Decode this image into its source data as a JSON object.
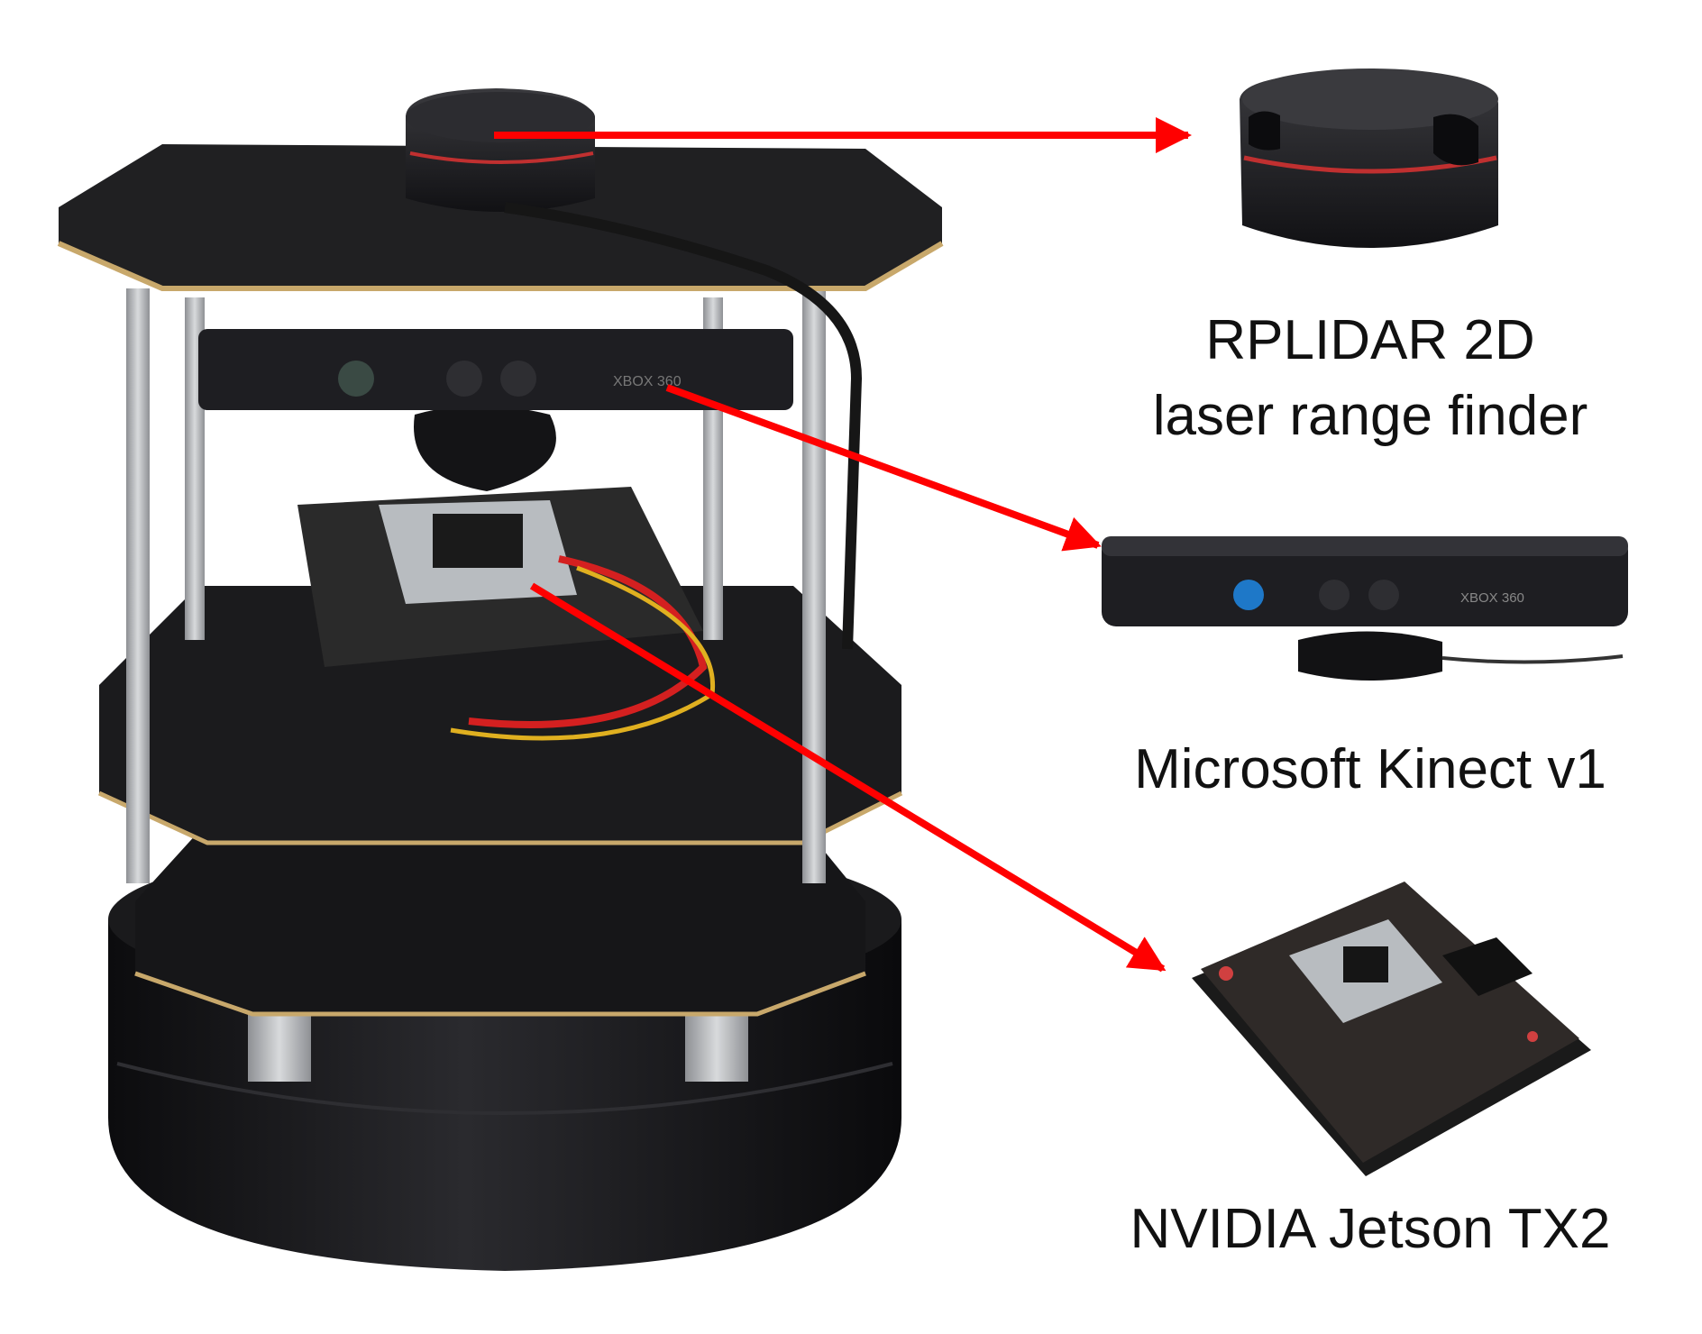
{
  "labels": {
    "rplidar": {
      "line1": "RPLIDAR 2D",
      "line2": "laser range finder"
    },
    "kinect": "Microsoft Kinect v1",
    "jetson": "NVIDIA Jetson TX2"
  },
  "colors": {
    "arrow": "#ff0000",
    "background": "#ffffff",
    "device_body": "#1c1c1e",
    "plate_edge": "#c8a86b",
    "kinect_led": "#1e78c8",
    "pcb": "#2a2a2a",
    "heatsink": "#b8bcc0"
  },
  "icons": {
    "robot": "turtlebot-robot-icon",
    "lidar": "rplidar-sensor-icon",
    "kinect": "kinect-camera-icon",
    "jetson": "jetson-board-icon"
  }
}
